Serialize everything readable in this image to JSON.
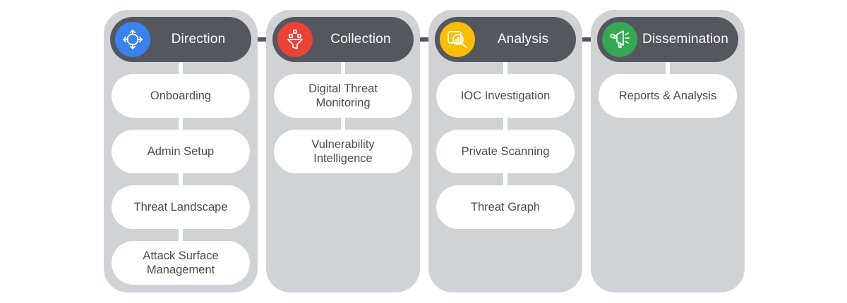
{
  "colors": {
    "column_bg": "#d1d2d5",
    "header_bg": "#54575d",
    "item_bg": "#ffffff",
    "direction_accent": "#3b82f0",
    "collection_accent": "#ea4335",
    "analysis_accent": "#fbbc05",
    "dissemination_accent": "#34a853"
  },
  "columns": [
    {
      "title": "Direction",
      "icon": "crosshair-arrows-icon",
      "items": [
        {
          "label": "Onboarding"
        },
        {
          "label": "Admin Setup"
        },
        {
          "label": "Threat Landscape"
        },
        {
          "label": "Attack Surface\nManagement"
        }
      ]
    },
    {
      "title": "Collection",
      "icon": "funnel-icon",
      "items": [
        {
          "label": "Digital Threat\nMonitoring"
        },
        {
          "label": "Vulnerability\nIntelligence"
        }
      ]
    },
    {
      "title": "Analysis",
      "icon": "magnifier-chart-icon",
      "items": [
        {
          "label": "IOC Investigation"
        },
        {
          "label": "Private Scanning"
        },
        {
          "label": "Threat Graph"
        }
      ]
    },
    {
      "title": "Dissemination",
      "icon": "megaphone-icon",
      "items": [
        {
          "label": "Reports & Analysis"
        }
      ]
    }
  ]
}
